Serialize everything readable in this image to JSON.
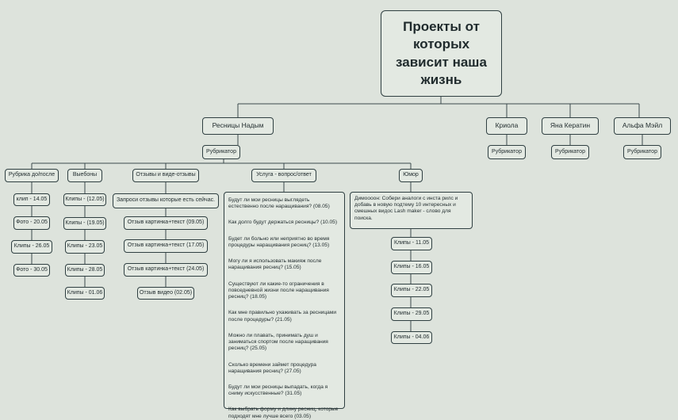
{
  "root": "Проекты от которых зависит наша жизнь",
  "branches": {
    "resnicy": "Ресницы Надым",
    "kriola": "Криола",
    "yana": "Яна Кератин",
    "alfa": "Альфа Мэйл"
  },
  "rubricator": "Рубрикатор",
  "categories": {
    "dp": "Рубрика до/после",
    "vyebony": "Выебоны",
    "otzyvy": "Отзывы и виде-отзывы",
    "usluga": "Услуга - вопрос/ответ",
    "humor": "Юмор"
  },
  "dp_items": [
    "клип - 14.05",
    "Фото - 20.05",
    "Клипы - 26.05",
    "Фото - 30.05"
  ],
  "vyebony_items": [
    "Клипы - (12.05)",
    "Клипы - (19.05)",
    "Клипы - 23.05",
    "Клипы - 28.05",
    "Клипы - 01.06"
  ],
  "otzyvy_header": "Запроси отзывы которые есть сейчас.",
  "otzyvy_items": [
    "Отзыв картинка+текст (09.05)",
    "Отзыв картинка+текст (17.05)",
    "Отзыв картинка+текст (24.05)",
    "Отзыв видео (02.05)"
  ],
  "usluga_questions": [
    "Будут ли мои ресницы выглядеть естественно после наращивания? (08.05)",
    "Как долго будут держаться ресницы? (10.05)",
    "Будет ли больно или неприятно во время процедуры наращивания ресниц? (13.05)",
    "Могу ли я использовать макияж после наращивания ресниц? (15.05)",
    "Существуют ли какие-то ограничения в повседневной жизни после наращивания ресниц? (18.05)",
    "Как мне правильно ухаживать за ресницами после процедуры? (21.05)",
    "Можно ли плавать, принимать душ и заниматься спортом после наращивания ресниц? (25.05)",
    "Сколько времени займет процедура наращивания ресниц? (27.05)",
    "Будут ли мои ресницы выпадать, когда я сниму искусственные? (31.05)",
    "Как выбрать форму и длину ресниц, которые подходят мне лучше всего (03.05)"
  ],
  "humor_note": "Димоооон: Собери аналоги с инста рилс и добавь в новую подтему 10 интересных и смешных видос Lash maker - слово для поиска.",
  "humor_items": [
    "Клипы - 11.05",
    "Клипы - 16.05",
    "Клипы - 22.05",
    "Клипы - 29.05",
    "Клипы - 04.06"
  ]
}
